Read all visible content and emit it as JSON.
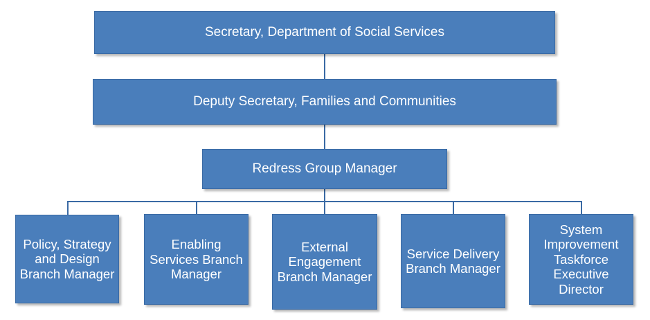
{
  "nodes": {
    "secretary": "Secretary, Department of Social Services",
    "deputy": "Deputy Secretary, Families and Communities",
    "redress": "Redress Group Manager",
    "branches": [
      "Policy, Strategy and Design Branch Manager",
      "Enabling Services Branch Manager",
      "External Engagement Branch Manager",
      "Service Delivery Branch Manager",
      "System Improvement Taskforce Executive Director"
    ]
  },
  "colors": {
    "box_fill": "#4a7ebb",
    "box_border": "#3a6aa4",
    "connector": "#3a6aa4",
    "text": "#ffffff"
  }
}
